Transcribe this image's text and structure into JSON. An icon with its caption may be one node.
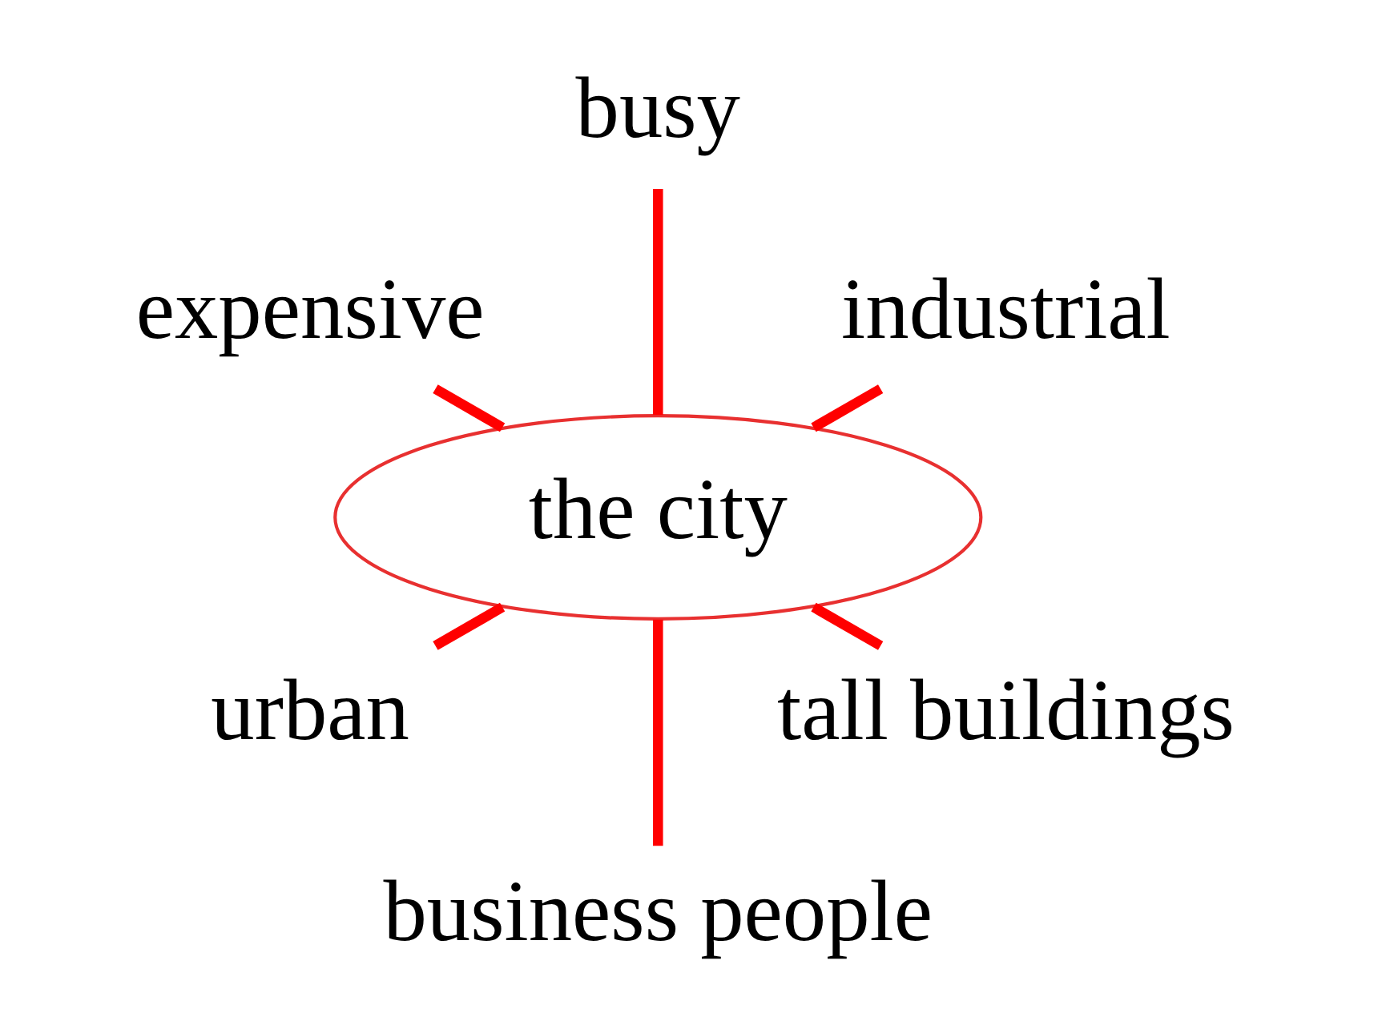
{
  "diagram": {
    "nodes": [
      {
        "text": [
          "the city"
        ]
      },
      {
        "text": [
          "industrial"
        ]
      },
      {
        "text": [
          "busy"
        ]
      },
      {
        "text": [
          "expensive"
        ]
      },
      {
        "text": [
          "urban"
        ]
      },
      {
        "text": [
          "business people"
        ]
      },
      {
        "text": [
          "tall buildings"
        ]
      }
    ],
    "edges": [
      {
        "from": 0,
        "to": 1,
        "arrow": "none"
      },
      {
        "from": 0,
        "to": 2,
        "arrow": "none"
      },
      {
        "from": 0,
        "to": 3,
        "arrow": "none"
      },
      {
        "from": 0,
        "to": 4,
        "arrow": "none"
      },
      {
        "from": 0,
        "to": 5,
        "arrow": "none"
      },
      {
        "from": 0,
        "to": 6,
        "arrow": "none"
      }
    ]
  }
}
